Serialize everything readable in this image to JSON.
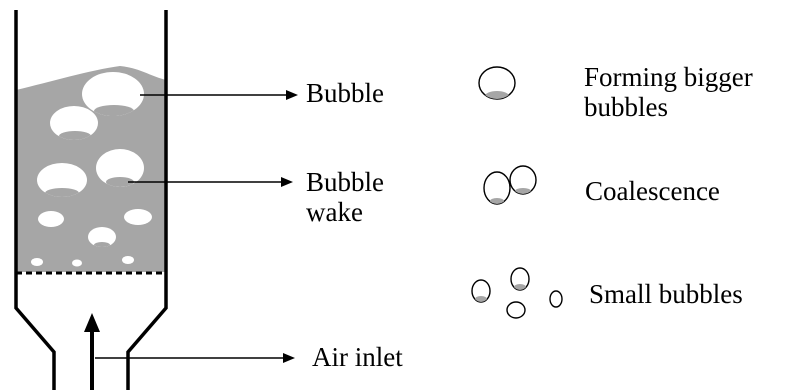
{
  "labels": {
    "bubble": "Bubble",
    "bubble_wake": "Bubble\nwake",
    "air_inlet": "Air inlet"
  },
  "legend": {
    "forming": "Forming bigger\nbubbles",
    "coalescence": "Coalescence",
    "small": "Small bubbles"
  },
  "colors": {
    "liquid": "#a6a6a6",
    "wake": "#a6a6a6",
    "line": "#000000",
    "background": "#ffffff"
  }
}
